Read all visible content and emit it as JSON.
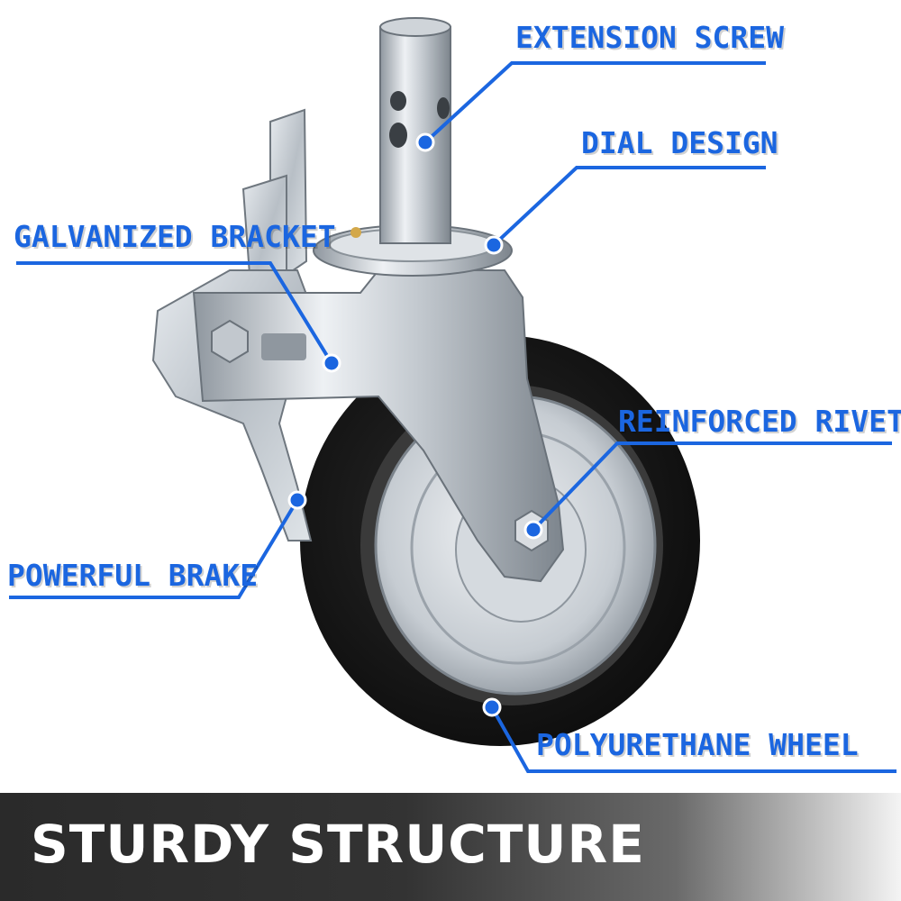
{
  "labels": {
    "extension_screw": "EXTENSION SCREW",
    "dial_design": "DIAL DESIGN",
    "galvanized_bracket": "GALVANIZED BRACKET",
    "reinforced_rivets": "REINFORCED RIVETS",
    "powerful_brake": "POWERFUL BRAKE",
    "polyurethane_wheel": "POLYURETHANE WHEEL"
  },
  "banner": {
    "title": "STURDY STRUCTURE"
  },
  "colors": {
    "accent": "#1b66e0",
    "banner_dark": "#2a2a2a",
    "tire": "#1c1c1c",
    "metal": "#c9ced3"
  }
}
